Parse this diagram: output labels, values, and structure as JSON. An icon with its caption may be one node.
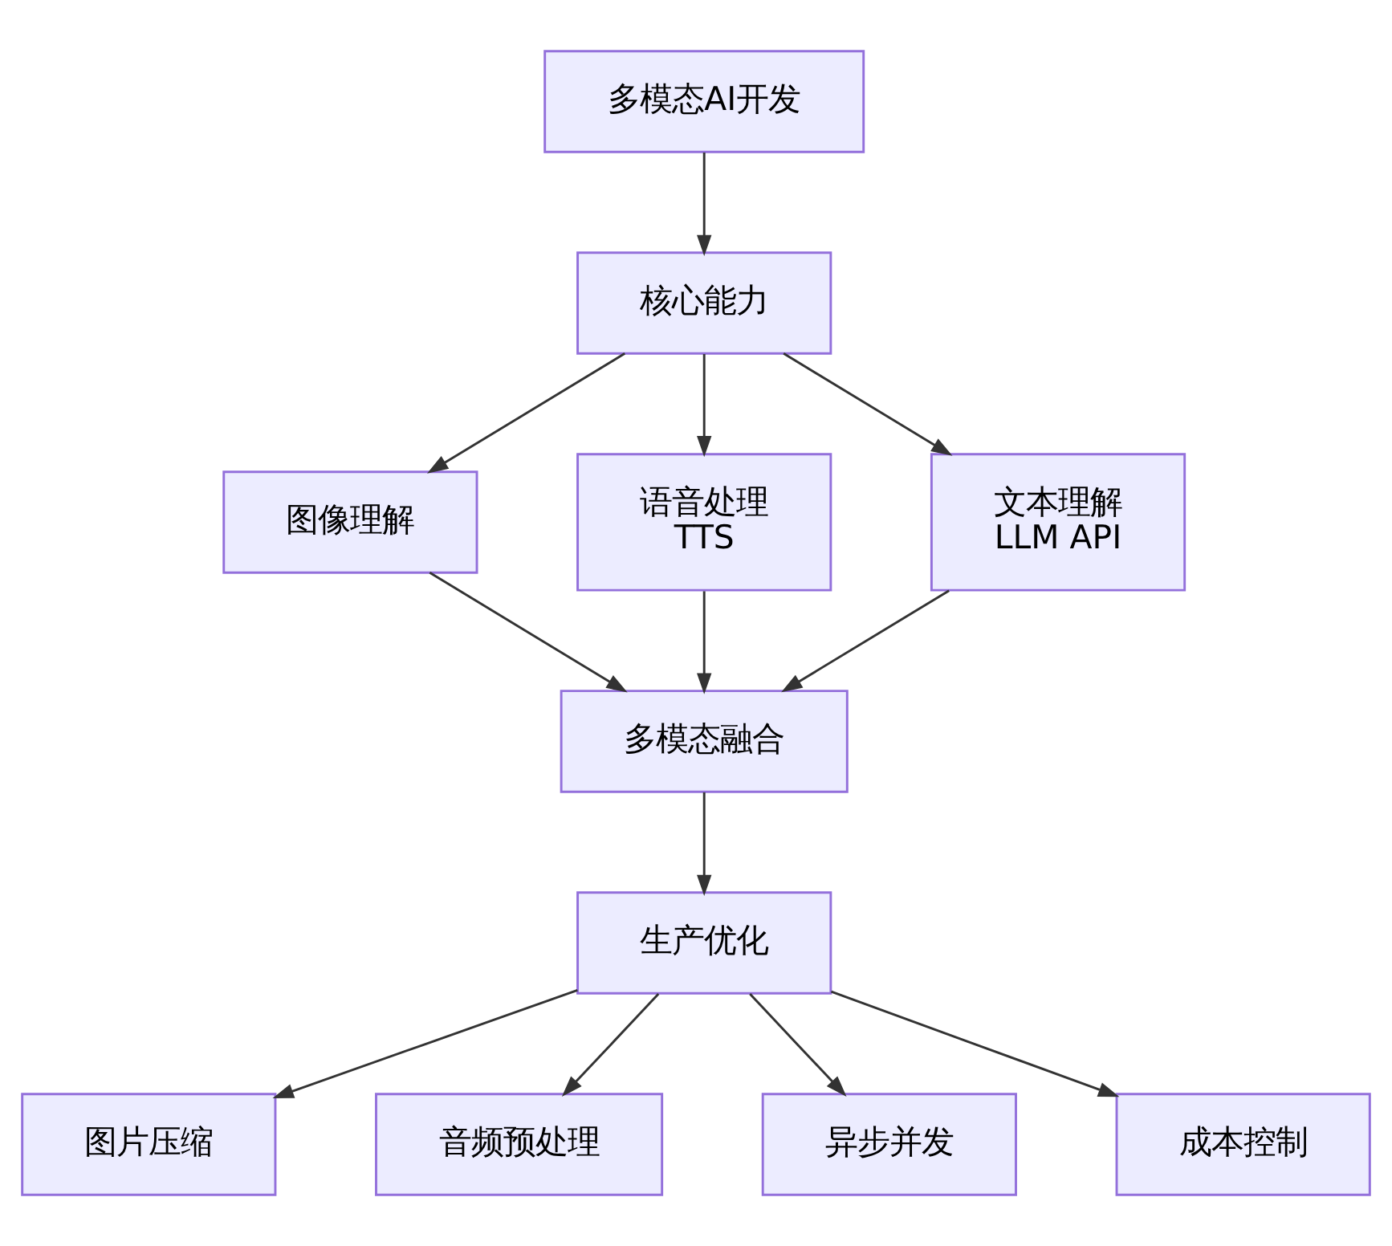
{
  "diagram": {
    "nodes": [
      {
        "text": [
          "多模态AI开发"
        ]
      },
      {
        "text": [
          "核心能力"
        ]
      },
      {
        "text": [
          "图像理解"
        ]
      },
      {
        "text": [
          "语音处理",
          "TTS"
        ]
      },
      {
        "text": [
          "文本理解",
          "LLM API"
        ]
      },
      {
        "text": [
          "多模态融合"
        ]
      },
      {
        "text": [
          "生产优化"
        ]
      },
      {
        "text": [
          "图片压缩"
        ]
      },
      {
        "text": [
          "音频预处理"
        ]
      },
      {
        "text": [
          "异步并发"
        ]
      },
      {
        "text": [
          "成本控制"
        ]
      }
    ],
    "edges": [
      {
        "from": 0,
        "to": 1,
        "arrow": "to"
      },
      {
        "from": 1,
        "to": 2,
        "arrow": "to"
      },
      {
        "from": 1,
        "to": 3,
        "arrow": "to"
      },
      {
        "from": 1,
        "to": 4,
        "arrow": "to"
      },
      {
        "from": 2,
        "to": 5,
        "arrow": "to"
      },
      {
        "from": 3,
        "to": 5,
        "arrow": "to"
      },
      {
        "from": 4,
        "to": 5,
        "arrow": "to"
      },
      {
        "from": 5,
        "to": 6,
        "arrow": "to"
      },
      {
        "from": 6,
        "to": 7,
        "arrow": "to"
      },
      {
        "from": 6,
        "to": 8,
        "arrow": "to"
      },
      {
        "from": 6,
        "to": 9,
        "arrow": "to"
      },
      {
        "from": 6,
        "to": 10,
        "arrow": "to"
      }
    ]
  }
}
